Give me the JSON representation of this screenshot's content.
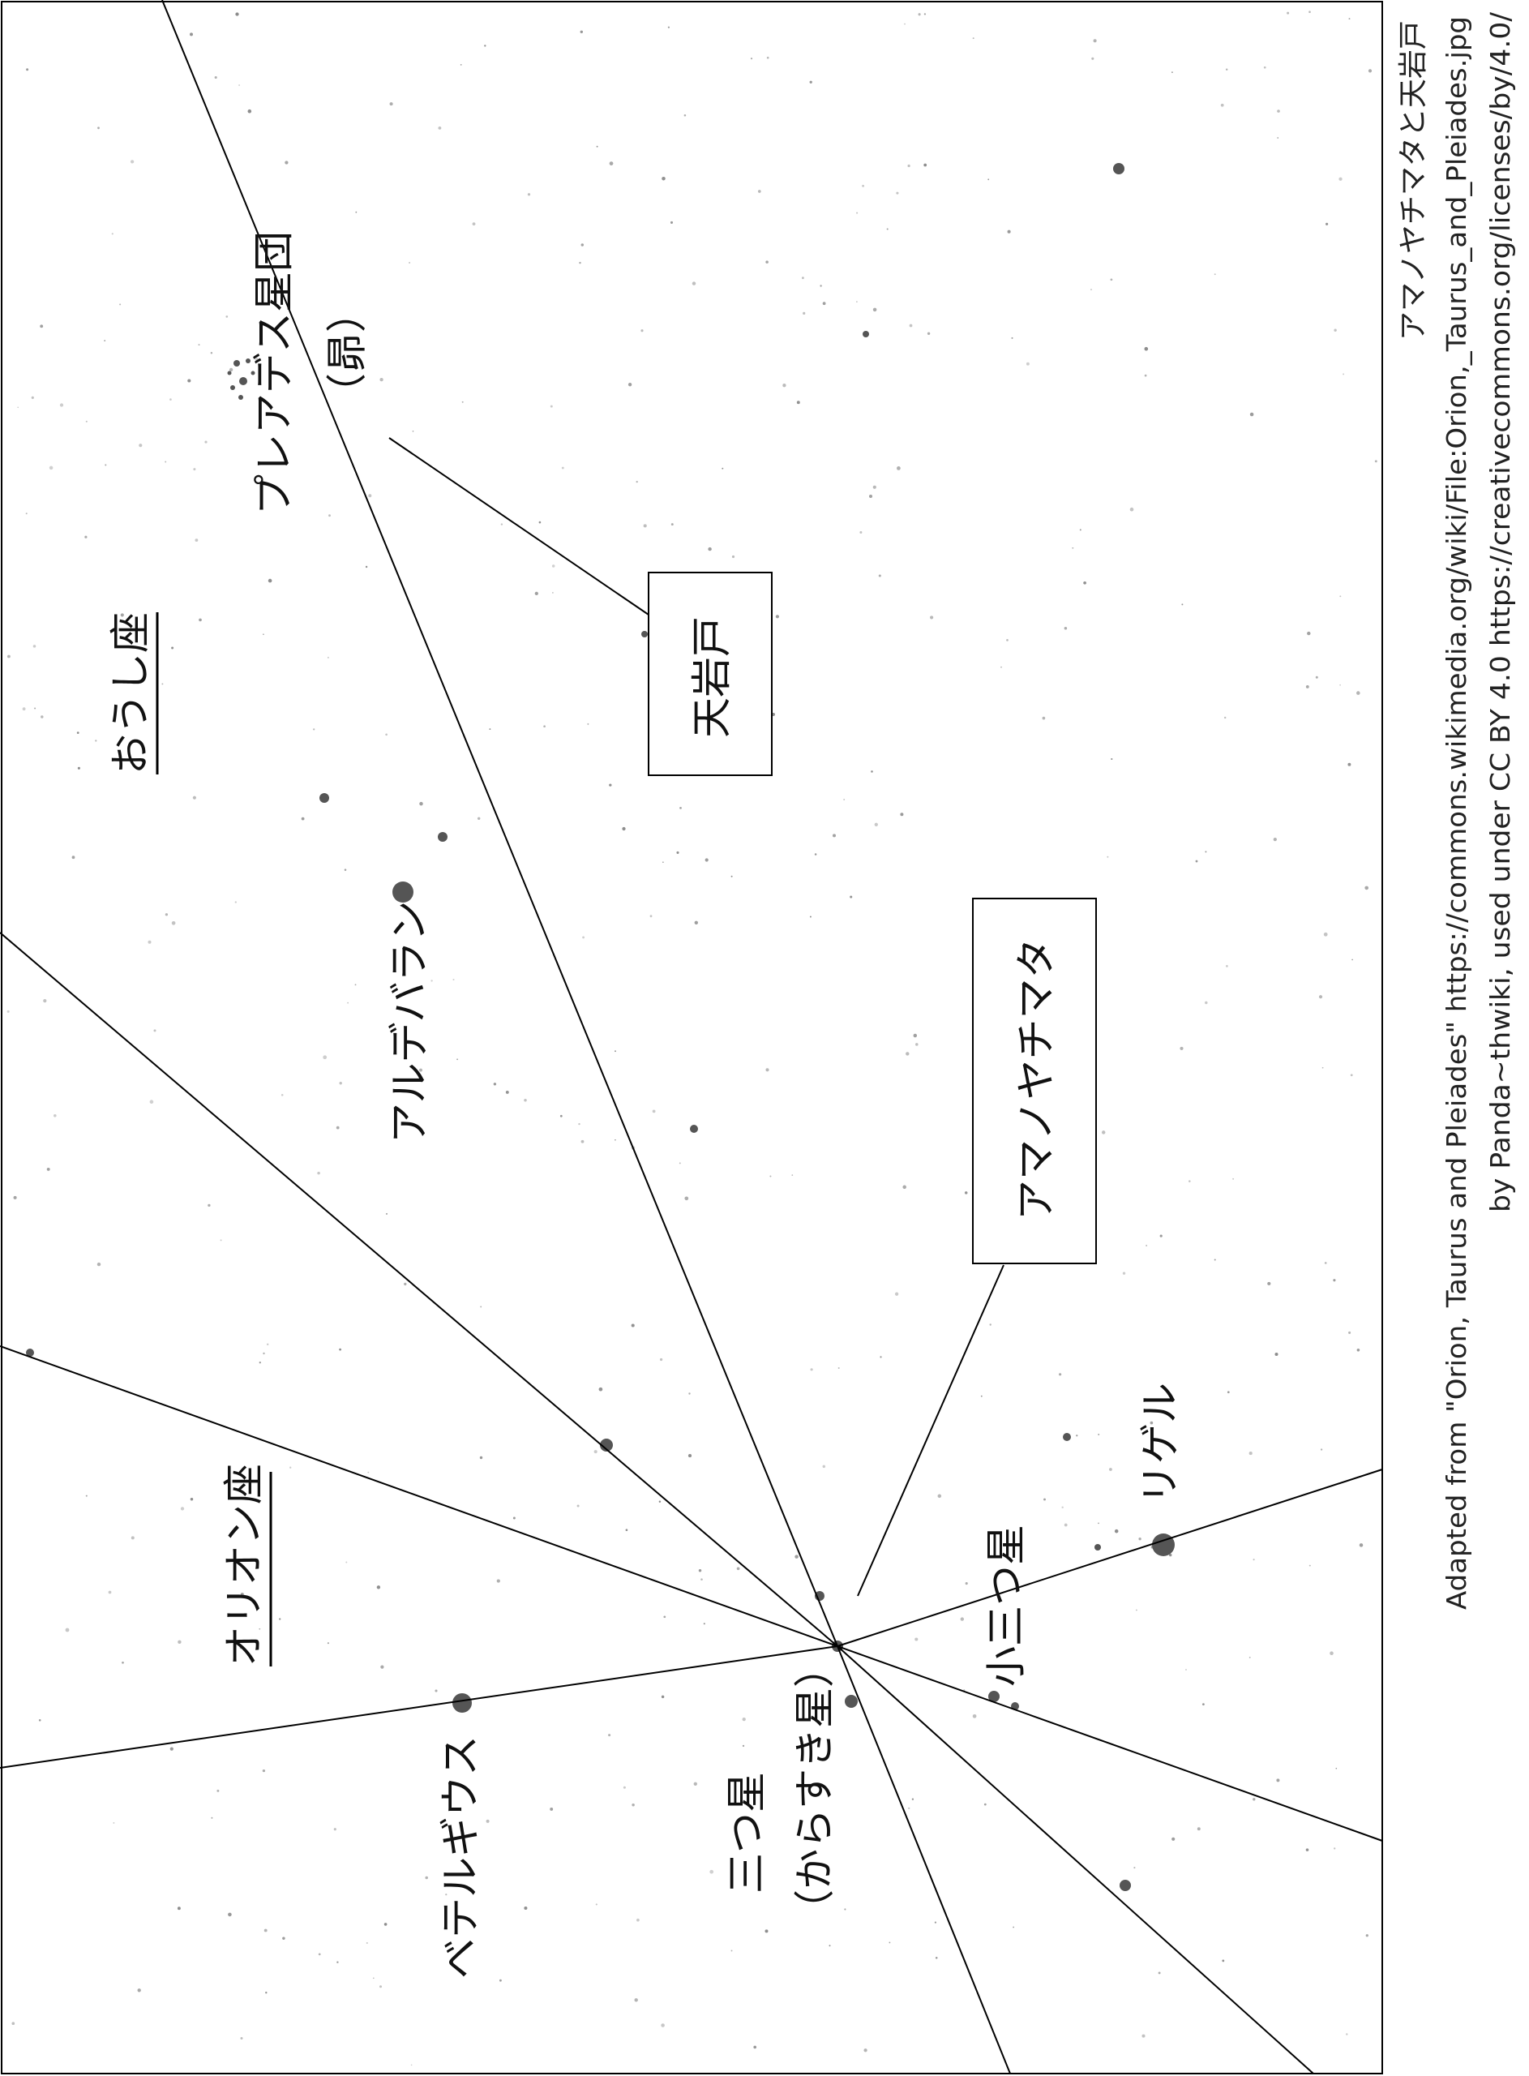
{
  "constellations": {
    "auriga": "おうし座",
    "orion": "オリオン座"
  },
  "stars": {
    "pleiades": "プレアデス星団",
    "pleiades_alt": "（昴）",
    "aldebaran": "アルデバラン",
    "betelgeuse": "ベテルギウス",
    "rigel": "リゲル",
    "small_three_stars": "小三つ星",
    "three_stars": "三つ星",
    "three_stars_alt": "（からすき星）"
  },
  "boxes": {
    "amaiwato": "天岩戸",
    "amanoyachimata": "アマノヤチマタ"
  },
  "credit": {
    "title": "アマノヤチマタと天岩戸",
    "line1": "Adapted from \"Orion, Taurus and Pleiades\" https://commons.wikimedia.org/wiki/File:Orion,_Taurus_and_Pleiades.jpg",
    "line2": "by Panda~thwiki, used under CC BY 4.0 https://creativecommons.org/licenses/by/4.0/"
  },
  "colors": {
    "background": "#ffffff",
    "ink": "#000000",
    "star": "#555555"
  }
}
